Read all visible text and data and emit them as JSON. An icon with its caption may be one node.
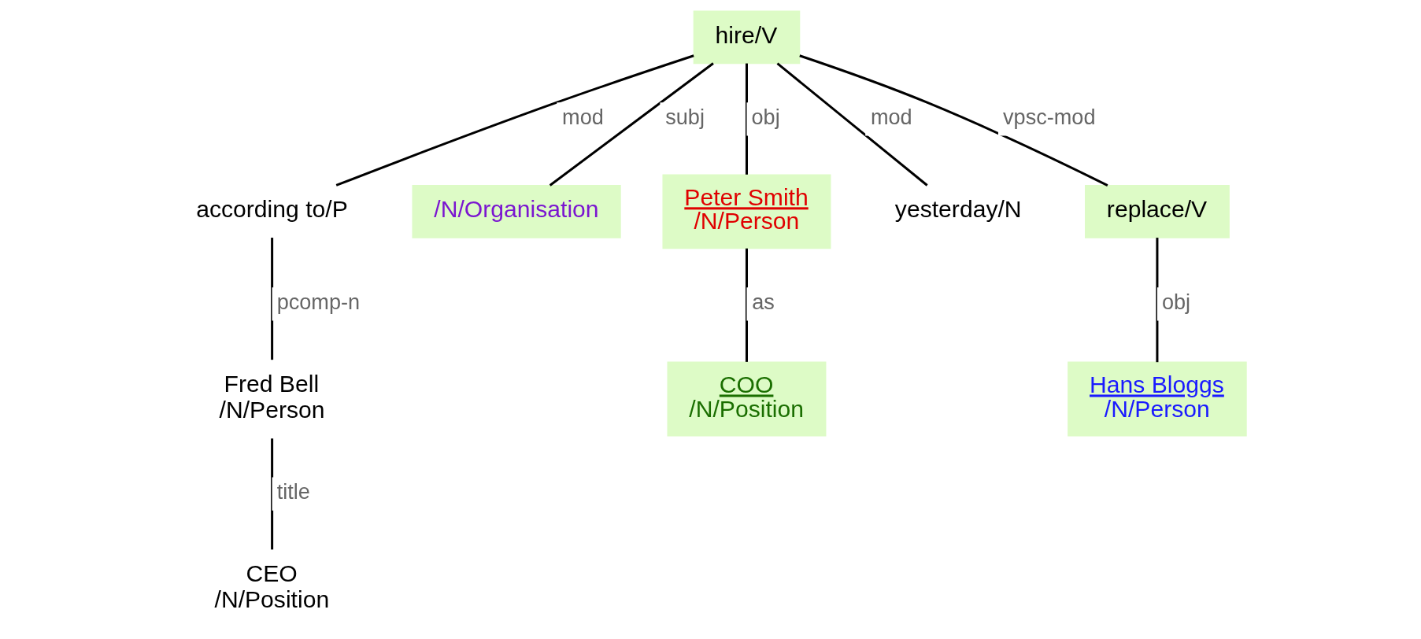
{
  "diagram": {
    "nodes": [
      {
        "text": [
          "hire/V"
        ]
      },
      {
        "text": [
          "according to/P"
        ]
      },
      {
        "text": [
          "/N/Organisation"
        ]
      },
      {
        "text": [
          "Peter Smith",
          "/N/Person"
        ]
      },
      {
        "text": [
          "yesterday/N"
        ]
      },
      {
        "text": [
          "replace/V"
        ]
      },
      {
        "text": [
          "Fred Bell",
          "/N/Person"
        ]
      },
      {
        "text": [
          "COO",
          "/N/Position"
        ]
      },
      {
        "text": [
          "Hans Bloggs",
          "/N/Person"
        ]
      },
      {
        "text": [
          "CEO",
          "/N/Position"
        ]
      }
    ],
    "edges": [
      {
        "from": 0,
        "to": 1,
        "arrow": "none",
        "label": "mod"
      },
      {
        "from": 0,
        "to": 2,
        "arrow": "none",
        "label": "subj"
      },
      {
        "from": 0,
        "to": 3,
        "arrow": "none",
        "label": "obj"
      },
      {
        "from": 0,
        "to": 4,
        "arrow": "none",
        "label": "mod"
      },
      {
        "from": 0,
        "to": 5,
        "arrow": "none",
        "label": "vpsc-mod"
      },
      {
        "from": 1,
        "to": 6,
        "arrow": "none",
        "label": "pcomp-n"
      },
      {
        "from": 3,
        "to": 7,
        "arrow": "none",
        "label": "as"
      },
      {
        "from": 5,
        "to": 8,
        "arrow": "none",
        "label": "obj"
      },
      {
        "from": 6,
        "to": 9,
        "arrow": "none",
        "label": "title"
      }
    ]
  }
}
